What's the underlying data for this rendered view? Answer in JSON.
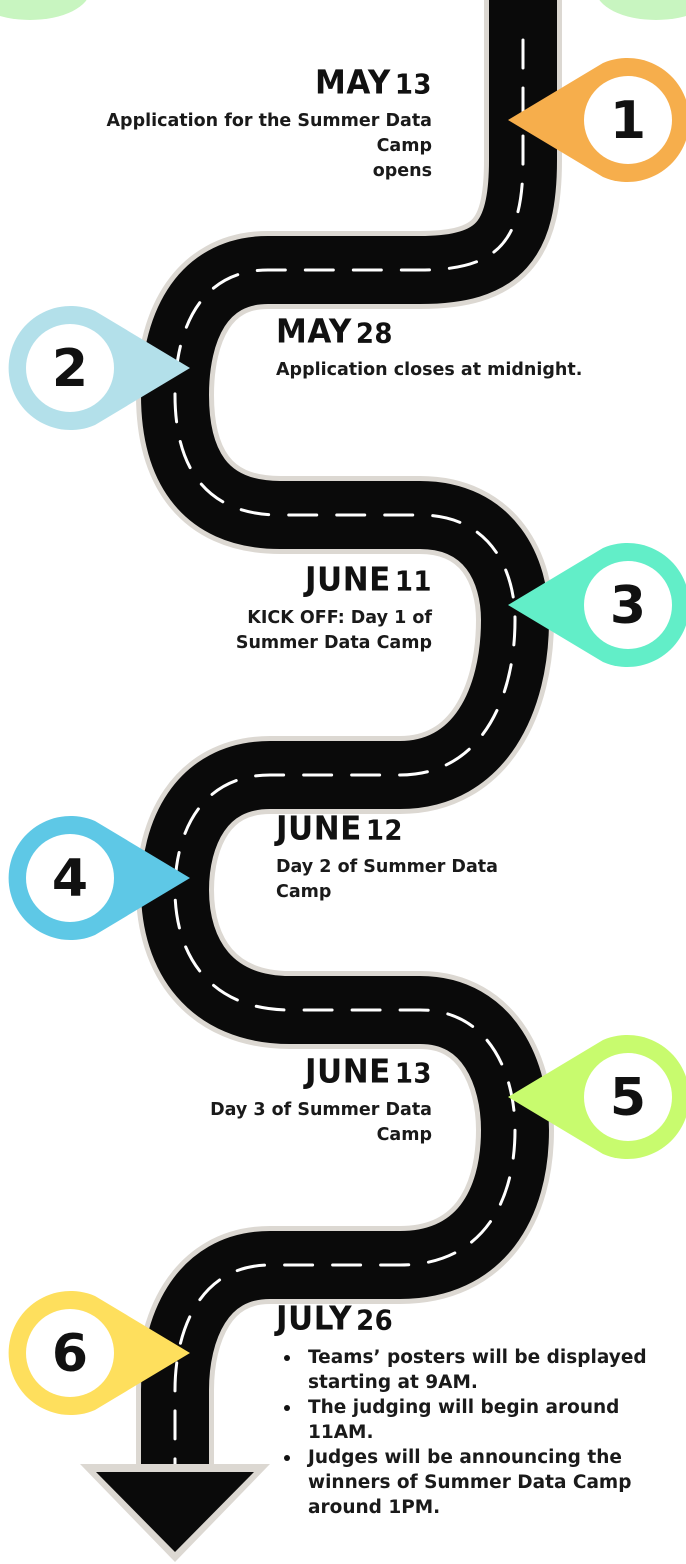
{
  "milestones": [
    {
      "number": "1",
      "month": "MAY",
      "day": "13",
      "desc": [
        "Application for the Summer Data Camp",
        "opens"
      ],
      "color": "#f6ae4c"
    },
    {
      "number": "2",
      "month": "MAY",
      "day": "28",
      "desc": [
        "Application closes at midnight."
      ],
      "color": "#b3e0ea"
    },
    {
      "number": "3",
      "month": "JUNE",
      "day": "11",
      "desc": [
        "KICK OFF: Day 1 of",
        "Summer Data Camp"
      ],
      "color": "#62eec8"
    },
    {
      "number": "4",
      "month": "JUNE",
      "day": "12",
      "desc": [
        "Day 2 of Summer Data",
        "Camp"
      ],
      "color": "#5ec8e6"
    },
    {
      "number": "5",
      "month": "JUNE",
      "day": "13",
      "desc": [
        "Day 3 of Summer Data",
        "Camp"
      ],
      "color": "#c8fb6e"
    },
    {
      "number": "6",
      "month": "JULY",
      "day": "26",
      "bullets": [
        "Teams’ posters will be displayed starting at 9AM.",
        "The judging will begin around 11AM.",
        "Judges will be announcing the winners of Summer Data Camp around 1PM."
      ],
      "color": "#fedf5d"
    }
  ],
  "colors": {
    "road": "#0a0a0a",
    "road_edge": "#dcd8d2",
    "dash": "#ffffff",
    "pin_inner": "#ffffff"
  }
}
